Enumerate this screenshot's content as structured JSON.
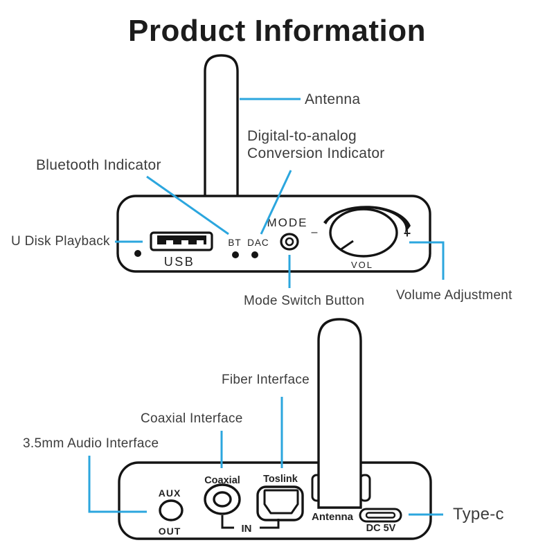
{
  "title": "Product Information",
  "colors": {
    "callout_blue": "#2ba6de",
    "ink": "#141414",
    "label_gray": "#3c3c3c"
  },
  "top_panel": {
    "labels": {
      "antenna": "Antenna",
      "dac_line1": "Digital-to-analog",
      "dac_line2": "Conversion Indicator",
      "bluetooth": "Bluetooth Indicator",
      "u_disk": "U Disk Playback",
      "mode_switch": "Mode Switch Button",
      "volume": "Volume Adjustment"
    },
    "device_text": {
      "usb": "USB",
      "bt_dac": "BT DAC",
      "mode": "MODE",
      "minus": "–",
      "plus": "+",
      "vol": "VOL"
    }
  },
  "bottom_panel": {
    "labels": {
      "fiber": "Fiber Interface",
      "coaxial": "Coaxial Interface",
      "audio_35mm": "3.5mm Audio Interface",
      "type_c": "Type-c"
    },
    "device_text": {
      "aux": "AUX",
      "out": "OUT",
      "coaxial": "Coaxial",
      "toslink": "Toslink",
      "in_label": "IN",
      "antenna": "Antenna",
      "dc_5v": "DC 5V"
    }
  }
}
